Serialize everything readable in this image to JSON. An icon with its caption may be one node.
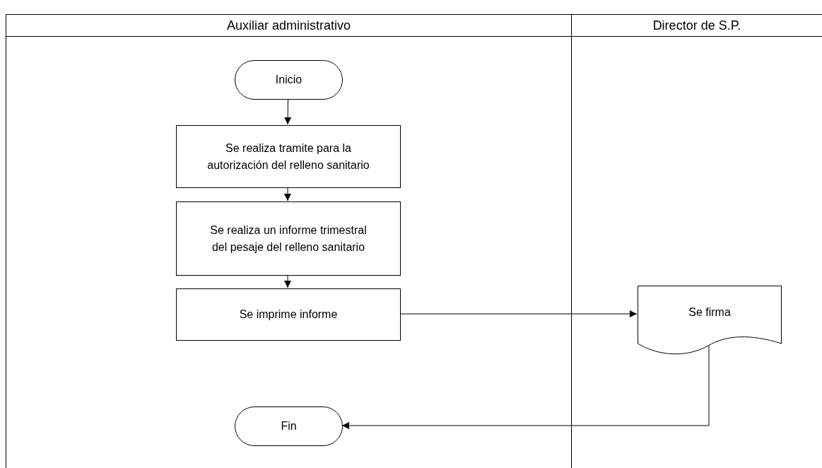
{
  "diagram": {
    "nodes": [
      {
        "text": [
          "Auxiliar administrativo"
        ]
      },
      {
        "text": [
          "Director de S.P."
        ]
      },
      {
        "text": [
          "Inicio"
        ],
        "in": 0
      },
      {
        "text": [
          "Se realiza tramite para la autorización del relleno sanitario"
        ],
        "in": 0
      },
      {
        "text": [
          "Se realiza un informe trimestral del pesaje del relleno sanitario"
        ],
        "in": 0
      },
      {
        "text": [
          "Se imprime informe"
        ],
        "in": 0
      },
      {
        "text": [
          "Se firma"
        ],
        "in": 1
      },
      {
        "text": [
          "Fin"
        ],
        "in": 0
      }
    ],
    "edges": [
      {
        "from": 2,
        "to": 3,
        "arrow": "to"
      },
      {
        "from": 3,
        "to": 4,
        "arrow": "to"
      },
      {
        "from": 4,
        "to": 5,
        "arrow": "to"
      },
      {
        "from": 5,
        "to": 6,
        "arrow": "to"
      },
      {
        "from": 6,
        "to": 7,
        "arrow": "to"
      }
    ]
  }
}
